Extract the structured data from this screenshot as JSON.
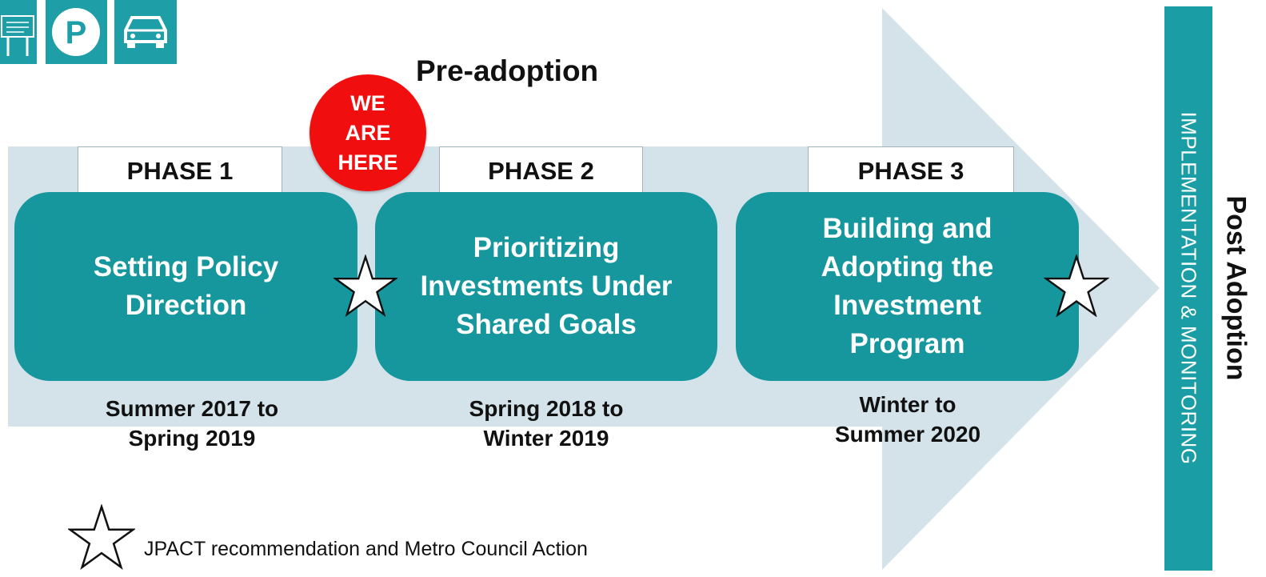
{
  "heading": "Pre-adoption",
  "here_badge": [
    "WE",
    "ARE",
    "HERE"
  ],
  "phases": [
    {
      "label": "PHASE 1",
      "title_lines": [
        "Setting Policy",
        "Direction"
      ],
      "date_lines": [
        "Summer 2017 to",
        "Spring 2019"
      ]
    },
    {
      "label": "PHASE 2",
      "title_lines": [
        "Prioritizing",
        "Investments Under",
        "Shared Goals"
      ],
      "date_lines": [
        "Spring 2018 to",
        "Winter 2019"
      ]
    },
    {
      "label": "PHASE 3",
      "title_lines": [
        "Building and",
        "Adopting the",
        "Investment",
        "Program"
      ],
      "date_lines": [
        "Winter to",
        "Summer 2020"
      ]
    }
  ],
  "implementation_label": "IMPLEMENTATION & MONITORING",
  "post_adoption_label": "Post Adoption",
  "legend": {
    "text": "JPACT recommendation and Metro Council Action",
    "icon": "star-outline-icon"
  },
  "top_icons": [
    "road-sign-icon",
    "parking-icon",
    "car-icon"
  ],
  "colors": {
    "teal": "#16979d",
    "arrow_bg": "#d4e3ea",
    "badge_red": "#f10e0e"
  }
}
